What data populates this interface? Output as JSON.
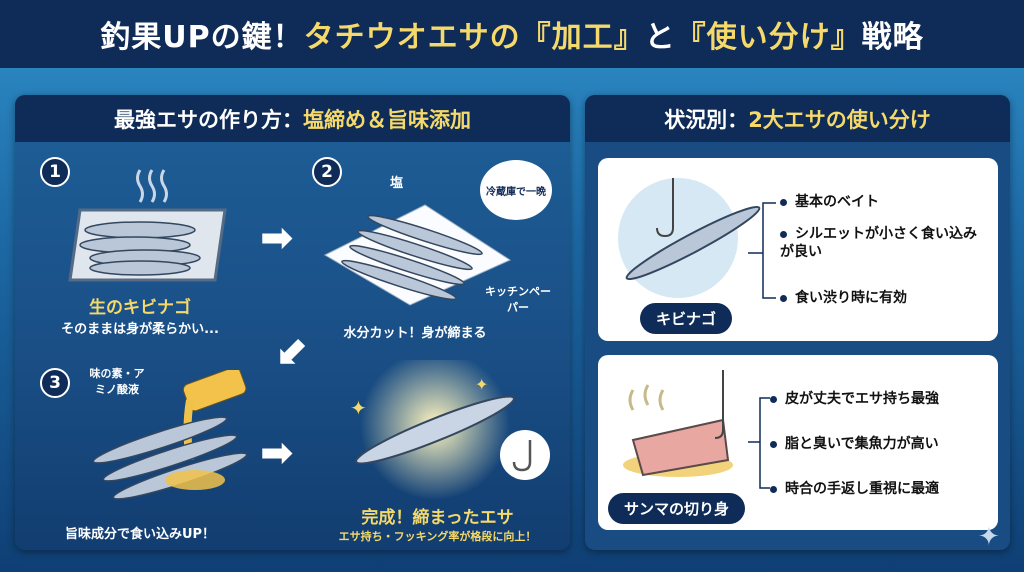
{
  "title": {
    "part1": "釣果UPの鍵！",
    "part2": "タチウオエサの『加工』",
    "part3": "と",
    "part4": "『使い分け』",
    "part5": "戦略"
  },
  "left_panel": {
    "header_white": "最強エサの作り方：",
    "header_yellow": "塩締め＆旨味添加",
    "steps": [
      {
        "number": "1",
        "title": "生のキビナゴ",
        "caption": "そのままは身が柔らかい..."
      },
      {
        "number": "2",
        "label_salt": "塩",
        "bubble": "冷蔵庫で一晩",
        "label_paper": "キッチンペーパー",
        "caption": "水分カット！身が締まる"
      },
      {
        "number": "3",
        "label": "味の素・アミノ酸液",
        "caption": "旨味成分で食い込みUP！"
      },
      {
        "title": "完成！締まったエサ",
        "caption": "エサ持ち・フッキング率が格段に向上！"
      }
    ]
  },
  "right_panel": {
    "header_white": "状況別：",
    "header_yellow": "2大エサの使い分け",
    "cards": [
      {
        "name": "キビナゴ",
        "points": [
          "基本のベイト",
          "シルエットが小さく食い込みが良い",
          "食い渋り時に有効"
        ]
      },
      {
        "name": "サンマの切り身",
        "points": [
          "皮が丈夫でエサ持ち最強",
          "脂と臭いで集魚力が高い",
          "時合の手返し重視に最適"
        ]
      }
    ]
  },
  "colors": {
    "navy": "#0f2b57",
    "accent_yellow": "#f5d96a",
    "ocean": "#1d6aa6"
  }
}
